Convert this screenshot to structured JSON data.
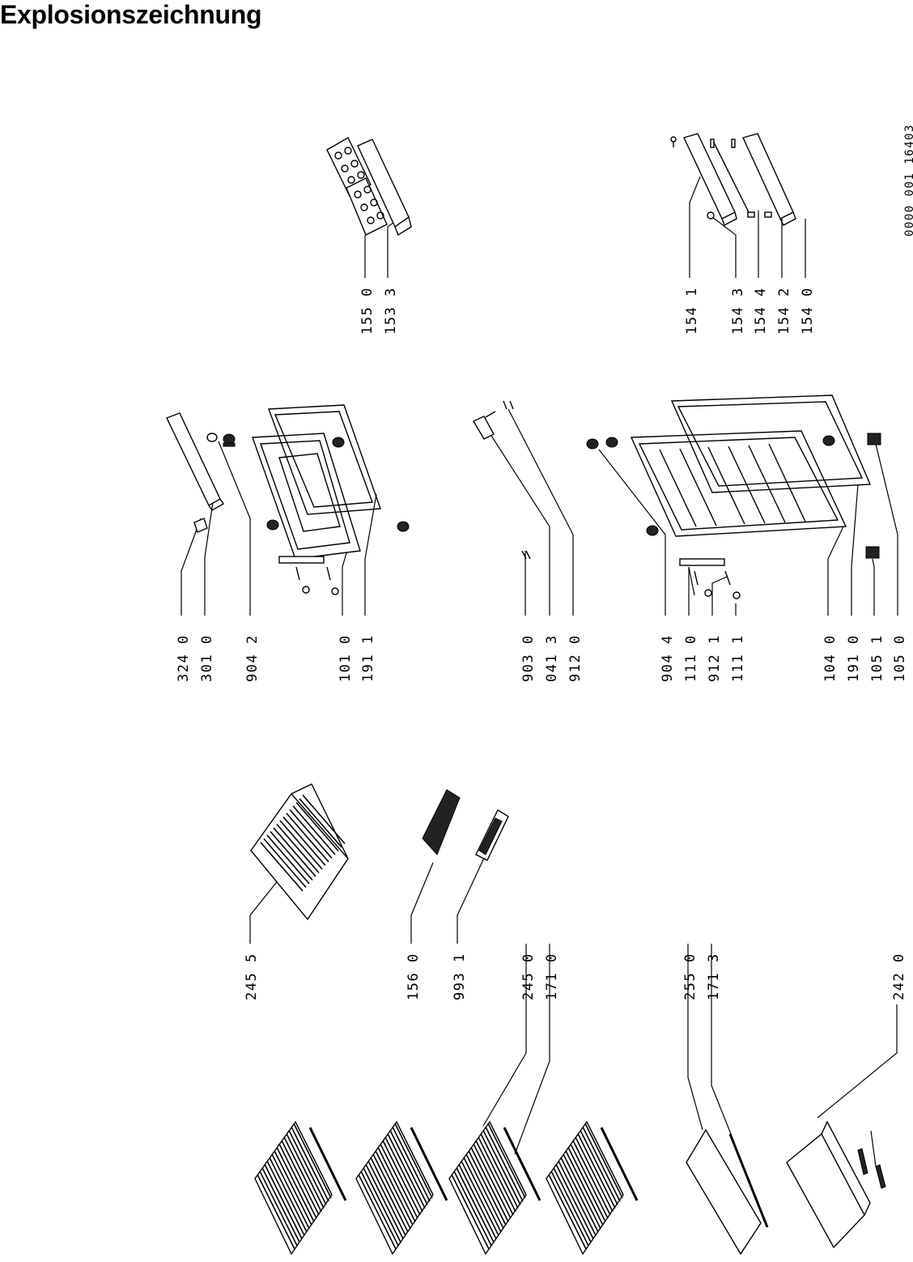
{
  "title": "Explosionszeichnung",
  "reference_code": "0000 001 16403",
  "part_numbers": [
    "324 0",
    "301 0",
    "904 2",
    "101 0",
    "191 1",
    "903 0",
    "041 3",
    "912 0",
    "904 4",
    "111 0",
    "912 1",
    "111 1",
    "104 0",
    "191 0",
    "105 1",
    "105 0",
    "155 0",
    "153 3",
    "154 1",
    "154 3",
    "154 4",
    "154 2",
    "154 0",
    "245 5",
    "156 0",
    "993 1",
    "245 0",
    "171 0",
    "255 0",
    "171 3",
    "242 0"
  ]
}
